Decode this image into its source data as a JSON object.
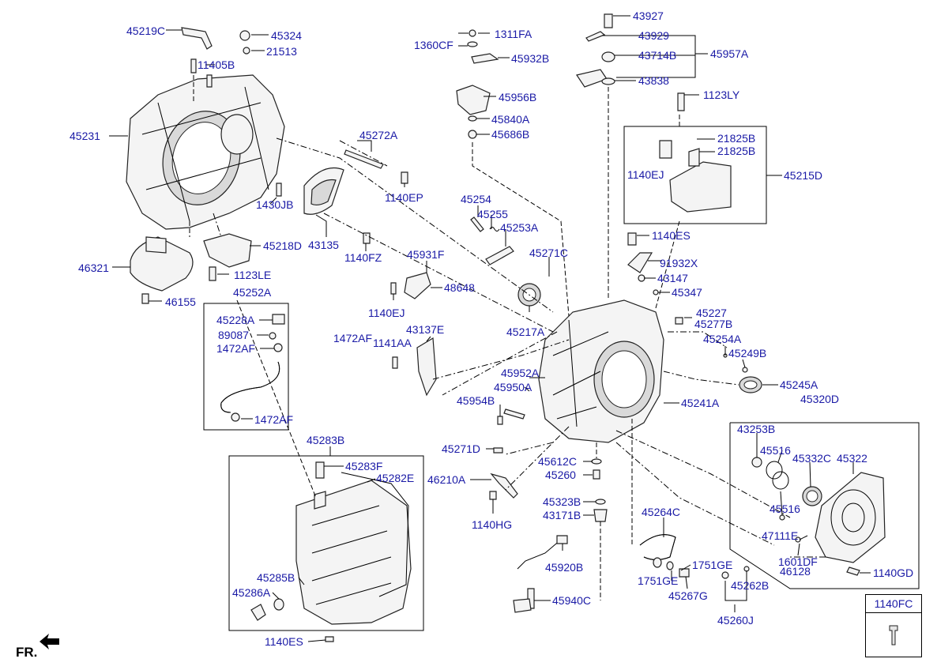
{
  "footer": {
    "direction_label": "FR."
  },
  "legend_box": {
    "label": "1140FC"
  },
  "parts": [
    {
      "id": "45219C",
      "label": "45219C"
    },
    {
      "id": "45324",
      "label": "45324"
    },
    {
      "id": "21513",
      "label": "21513"
    },
    {
      "id": "11405B",
      "label": "11405B"
    },
    {
      "id": "45231",
      "label": "45231"
    },
    {
      "id": "45272A",
      "label": "45272A"
    },
    {
      "id": "1140EP",
      "label": "1140EP"
    },
    {
      "id": "1430JB",
      "label": "1430JB"
    },
    {
      "id": "43135",
      "label": "43135"
    },
    {
      "id": "45218D",
      "label": "45218D"
    },
    {
      "id": "1140FZ",
      "label": "1140FZ"
    },
    {
      "id": "46321",
      "label": "46321"
    },
    {
      "id": "1123LE",
      "label": "1123LE"
    },
    {
      "id": "46155",
      "label": "46155"
    },
    {
      "id": "45252A",
      "label": "45252A"
    },
    {
      "id": "45228A",
      "label": "45228A"
    },
    {
      "id": "89087",
      "label": "89087"
    },
    {
      "id": "1472AF_a",
      "label": "1472AF"
    },
    {
      "id": "1472AF_b",
      "label": "1472AF"
    },
    {
      "id": "1472AF_c",
      "label": "1472AF"
    },
    {
      "id": "1141AA",
      "label": "1141AA"
    },
    {
      "id": "43137E",
      "label": "43137E"
    },
    {
      "id": "1360CF",
      "label": "1360CF"
    },
    {
      "id": "1311FA",
      "label": "1311FA"
    },
    {
      "id": "45932B",
      "label": "45932B"
    },
    {
      "id": "45956B",
      "label": "45956B"
    },
    {
      "id": "45840A",
      "label": "45840A"
    },
    {
      "id": "45686B",
      "label": "45686B"
    },
    {
      "id": "45254",
      "label": "45254"
    },
    {
      "id": "45255",
      "label": "45255"
    },
    {
      "id": "45253A",
      "label": "45253A"
    },
    {
      "id": "45931F",
      "label": "45931F"
    },
    {
      "id": "48648",
      "label": "48648"
    },
    {
      "id": "1140EJ_a",
      "label": "1140EJ"
    },
    {
      "id": "45271C",
      "label": "45271C"
    },
    {
      "id": "45217A",
      "label": "45217A"
    },
    {
      "id": "43927",
      "label": "43927"
    },
    {
      "id": "43929",
      "label": "43929"
    },
    {
      "id": "43714B",
      "label": "43714B"
    },
    {
      "id": "45957A",
      "label": "45957A"
    },
    {
      "id": "43838",
      "label": "43838"
    },
    {
      "id": "1123LY",
      "label": "1123LY"
    },
    {
      "id": "21825B_a",
      "label": "21825B"
    },
    {
      "id": "21825B_b",
      "label": "21825B"
    },
    {
      "id": "1140EJ_b",
      "label": "1140EJ"
    },
    {
      "id": "45215D",
      "label": "45215D"
    },
    {
      "id": "1140ES_a",
      "label": "1140ES"
    },
    {
      "id": "91932X",
      "label": "91932X"
    },
    {
      "id": "43147",
      "label": "43147"
    },
    {
      "id": "45347",
      "label": "45347"
    },
    {
      "id": "45227",
      "label": "45227"
    },
    {
      "id": "45277B",
      "label": "45277B"
    },
    {
      "id": "45254A",
      "label": "45254A"
    },
    {
      "id": "45249B",
      "label": "45249B"
    },
    {
      "id": "45245A",
      "label": "45245A"
    },
    {
      "id": "45241A",
      "label": "45241A"
    },
    {
      "id": "45952A",
      "label": "45952A"
    },
    {
      "id": "45950A",
      "label": "45950A"
    },
    {
      "id": "45954B",
      "label": "45954B"
    },
    {
      "id": "45271D",
      "label": "45271D"
    },
    {
      "id": "45612C",
      "label": "45612C"
    },
    {
      "id": "45260",
      "label": "45260"
    },
    {
      "id": "46210A",
      "label": "46210A"
    },
    {
      "id": "45323B",
      "label": "45323B"
    },
    {
      "id": "43171B",
      "label": "43171B"
    },
    {
      "id": "1140HG",
      "label": "1140HG"
    },
    {
      "id": "45920B",
      "label": "45920B"
    },
    {
      "id": "45940C",
      "label": "45940C"
    },
    {
      "id": "45283B",
      "label": "45283B"
    },
    {
      "id": "45283F",
      "label": "45283F"
    },
    {
      "id": "45282E",
      "label": "45282E"
    },
    {
      "id": "45285B",
      "label": "45285B"
    },
    {
      "id": "45286A",
      "label": "45286A"
    },
    {
      "id": "1140ES_b",
      "label": "1140ES"
    },
    {
      "id": "45264C",
      "label": "45264C"
    },
    {
      "id": "1751GE_a",
      "label": "1751GE"
    },
    {
      "id": "1751GE_b",
      "label": "1751GE"
    },
    {
      "id": "45267G",
      "label": "45267G"
    },
    {
      "id": "45320D",
      "label": "45320D"
    },
    {
      "id": "43253B",
      "label": "43253B"
    },
    {
      "id": "45516_a",
      "label": "45516"
    },
    {
      "id": "45332C",
      "label": "45332C"
    },
    {
      "id": "45322",
      "label": "45322"
    },
    {
      "id": "45516_b",
      "label": "45516"
    },
    {
      "id": "47111E",
      "label": "47111E"
    },
    {
      "id": "1601DF",
      "label": "1601DF"
    },
    {
      "id": "46128",
      "label": "46128"
    },
    {
      "id": "1140GD",
      "label": "1140GD"
    },
    {
      "id": "45262B",
      "label": "45262B"
    },
    {
      "id": "45260J",
      "label": "45260J"
    }
  ]
}
